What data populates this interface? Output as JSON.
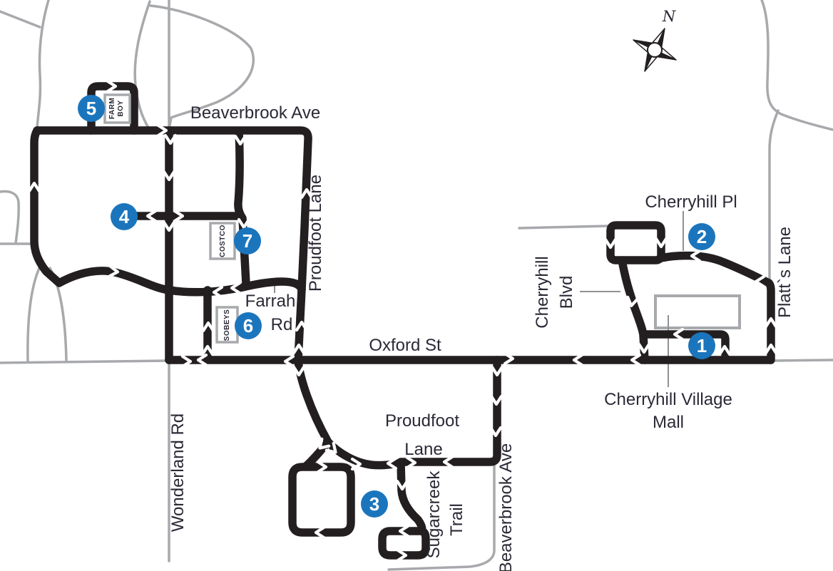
{
  "streets": {
    "beaverbrook_ave": "Beaverbrook Ave",
    "proudfoot_lane": "Proudfoot Lane",
    "proudfoot_line1": "Proudfoot",
    "proudfoot_line2": "Lane",
    "oxford_st": "Oxford St",
    "wonderland_rd": "Wonderland Rd",
    "farrah_line1": "Farrah",
    "farrah_line2": "Rd",
    "cherryhill_pl": "Cherryhill Pl",
    "cherryhill_blvd_line1": "Cherryhill",
    "cherryhill_blvd_line2": "Blvd",
    "platts_lane": "Platt`s Lane",
    "sugarcreek_line1": "Sugarcreek",
    "sugarcreek_line2": "Trail"
  },
  "landmarks": {
    "farm_boy_line1": "FARM",
    "farm_boy_line2": "BOY",
    "costco": "COSTCO",
    "sobeys": "SOBEYS",
    "mall_line1": "Cherryhill Village",
    "mall_line2": "Mall"
  },
  "stops": [
    {
      "number": "1"
    },
    {
      "number": "2"
    },
    {
      "number": "3"
    },
    {
      "number": "4"
    },
    {
      "number": "5"
    },
    {
      "number": "6"
    },
    {
      "number": "7"
    }
  ],
  "compass": {
    "north_label": "N"
  },
  "colors": {
    "route_black": "#231f20",
    "road_gray": "#a7a9ac",
    "stop_blue": "#1b75bc",
    "label_ink": "#2b2936"
  }
}
